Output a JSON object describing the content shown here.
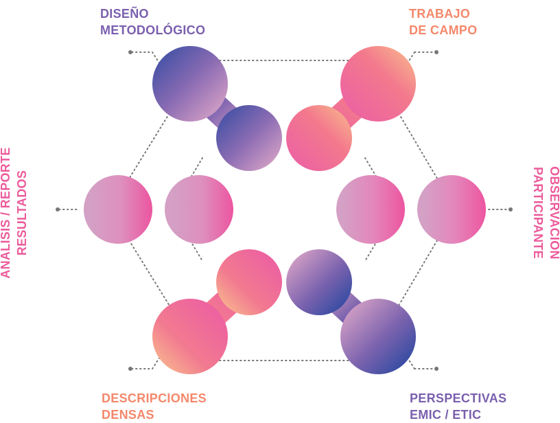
{
  "labels": {
    "diseno": {
      "line1": "DISEÑO",
      "line2": "METODOLÓGICO"
    },
    "trabajo": {
      "line1": "TRABAJO",
      "line2": "DE CAMPO"
    },
    "observacion": {
      "line1": "OBSERVACIÓN",
      "line2": "PARTICIPANTE"
    },
    "perspectivas": {
      "line1": "PERSPECTIVAS",
      "line2": "EMIC / ETIC"
    },
    "descripciones": {
      "line1": "DESCRIPCIONES",
      "line2": "DENSAS"
    },
    "analisis": {
      "line1": "ANÁLISIS / REPORTE",
      "line2": "RESULTADOS"
    }
  },
  "colors": {
    "purple": "#7a5fae",
    "orange": "#f4886b",
    "pink": "#ec5b9b",
    "dots": "#777777",
    "blue": "#3a4ea3",
    "lilac": "#d4a0c5",
    "peach": "#f8bd8e"
  }
}
